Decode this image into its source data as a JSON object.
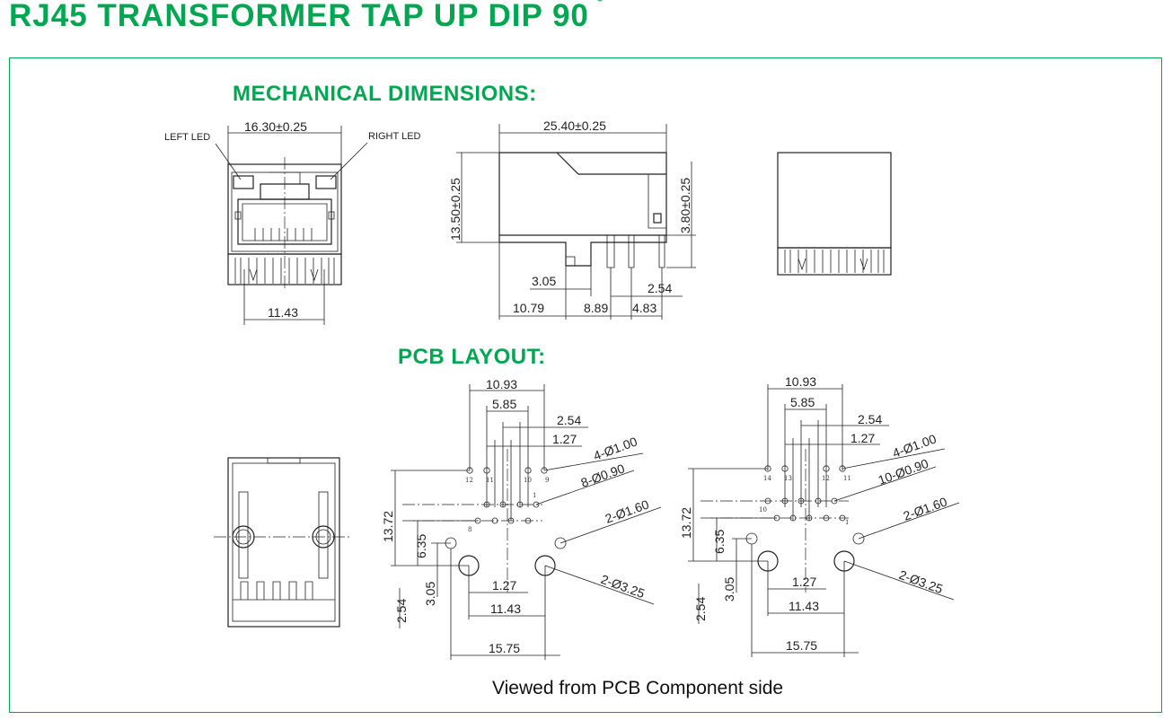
{
  "title": "RJ45 TRANSFORMER TAP UP DIP 90",
  "title_degree": "°",
  "mechanical_title": "MECHANICAL DIMENSIONS:",
  "pcb_title": "PCB LAYOUT:",
  "caption": "Viewed from PCB Component side",
  "front_view": {
    "left_led": "LEFT LED",
    "right_led": "RIGHT LED",
    "width": "16.30±0.25",
    "pin_span": "11.43"
  },
  "side_view": {
    "length": "25.40±0.25",
    "height": "13.50±0.25",
    "pin_length": "3.80±0.25",
    "d1": "3.05",
    "d2": "2.54",
    "d3": "10.79",
    "d4": "8.89",
    "d5": "4.83"
  },
  "pcb_left": {
    "d_10_93": "10.93",
    "d_5_85": "5.85",
    "d_2_54": "2.54",
    "d_1_27": "1.27",
    "holes_a": "4-Ø1.00",
    "holes_b": "8-Ø0.90",
    "holes_c": "2-Ø1.60",
    "holes_d": "2-Ø3.25",
    "d_13_72": "13.72",
    "d_6_35": "6.35",
    "d_3_05": "3.05",
    "d_2_54_v": "2.54",
    "d_1_27_b": "1.27",
    "d_11_43": "11.43",
    "d_15_75": "15.75",
    "pin_labels": [
      "12",
      "11",
      "10",
      "9",
      "1",
      "8"
    ]
  },
  "pcb_right": {
    "d_10_93": "10.93",
    "d_5_85": "5.85",
    "d_2_54": "2.54",
    "d_1_27": "1.27",
    "holes_a": "4-Ø1.00",
    "holes_b": "10-Ø0.90",
    "holes_c": "2-Ø1.60",
    "holes_d": "2-Ø3.25",
    "d_13_72": "13.72",
    "d_6_35": "6.35",
    "d_3_05": "3.05",
    "d_2_54_v": "2.54",
    "d_1_27_b": "1.27",
    "d_11_43": "11.43",
    "d_15_75": "15.75",
    "pin_labels": [
      "14",
      "13",
      "12",
      "11",
      "10",
      "1"
    ]
  },
  "colors": {
    "accent": "#00a651",
    "line": "#222222"
  }
}
